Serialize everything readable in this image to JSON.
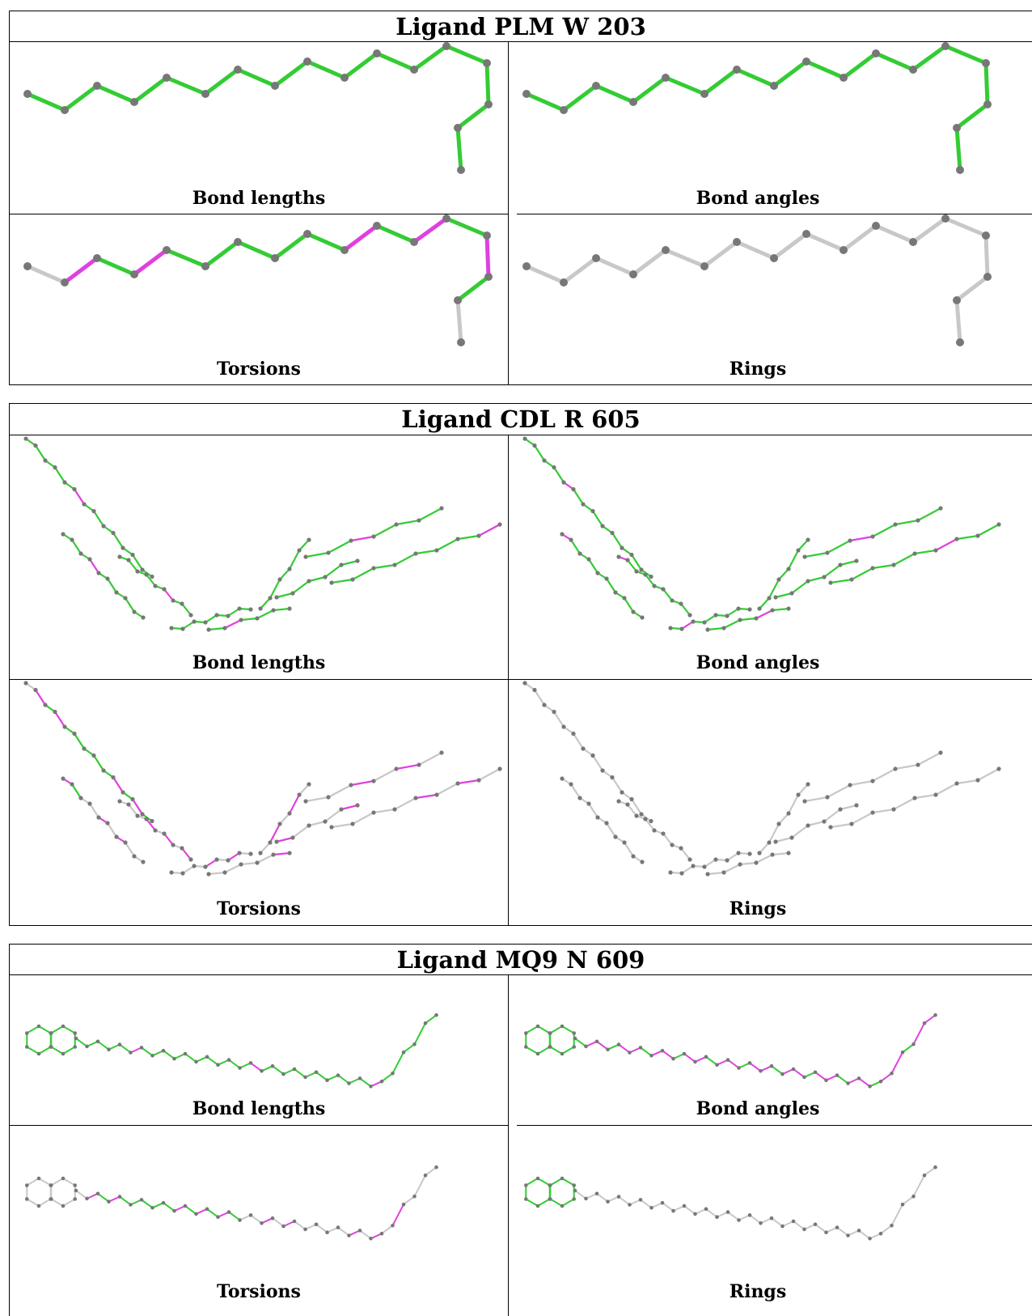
{
  "blocks": [
    {
      "title": "Ligand PLM W 203",
      "panels": [
        {
          "caption": "Bond lengths",
          "scheme": "bonds-green"
        },
        {
          "caption": "Bond angles",
          "scheme": "angles-green"
        },
        {
          "caption": "Torsions",
          "scheme": "torsions-mixed"
        },
        {
          "caption": "Rings",
          "scheme": "all-gray"
        }
      ]
    },
    {
      "title": "Ligand CDL R 605",
      "panels": [
        {
          "caption": "Bond lengths",
          "scheme": "bonds-mostly-green"
        },
        {
          "caption": "Bond angles",
          "scheme": "angles-mostly-green"
        },
        {
          "caption": "Torsions",
          "scheme": "torsions-mixed"
        },
        {
          "caption": "Rings",
          "scheme": "all-gray"
        }
      ]
    },
    {
      "title": "Ligand MQ9 N 609",
      "panels": [
        {
          "caption": "Bond lengths",
          "scheme": "bonds-mostly-green"
        },
        {
          "caption": "Bond angles",
          "scheme": "angles-mostly-magenta"
        },
        {
          "caption": "Torsions",
          "scheme": "torsions-mixed"
        },
        {
          "caption": "Rings",
          "scheme": "rings-green-ring"
        }
      ]
    }
  ],
  "colors": {
    "ok": "#33cc33",
    "outlier": "#e040e0",
    "neutral": "#c8c8c8",
    "atom": "#777777",
    "border": "#000000"
  }
}
